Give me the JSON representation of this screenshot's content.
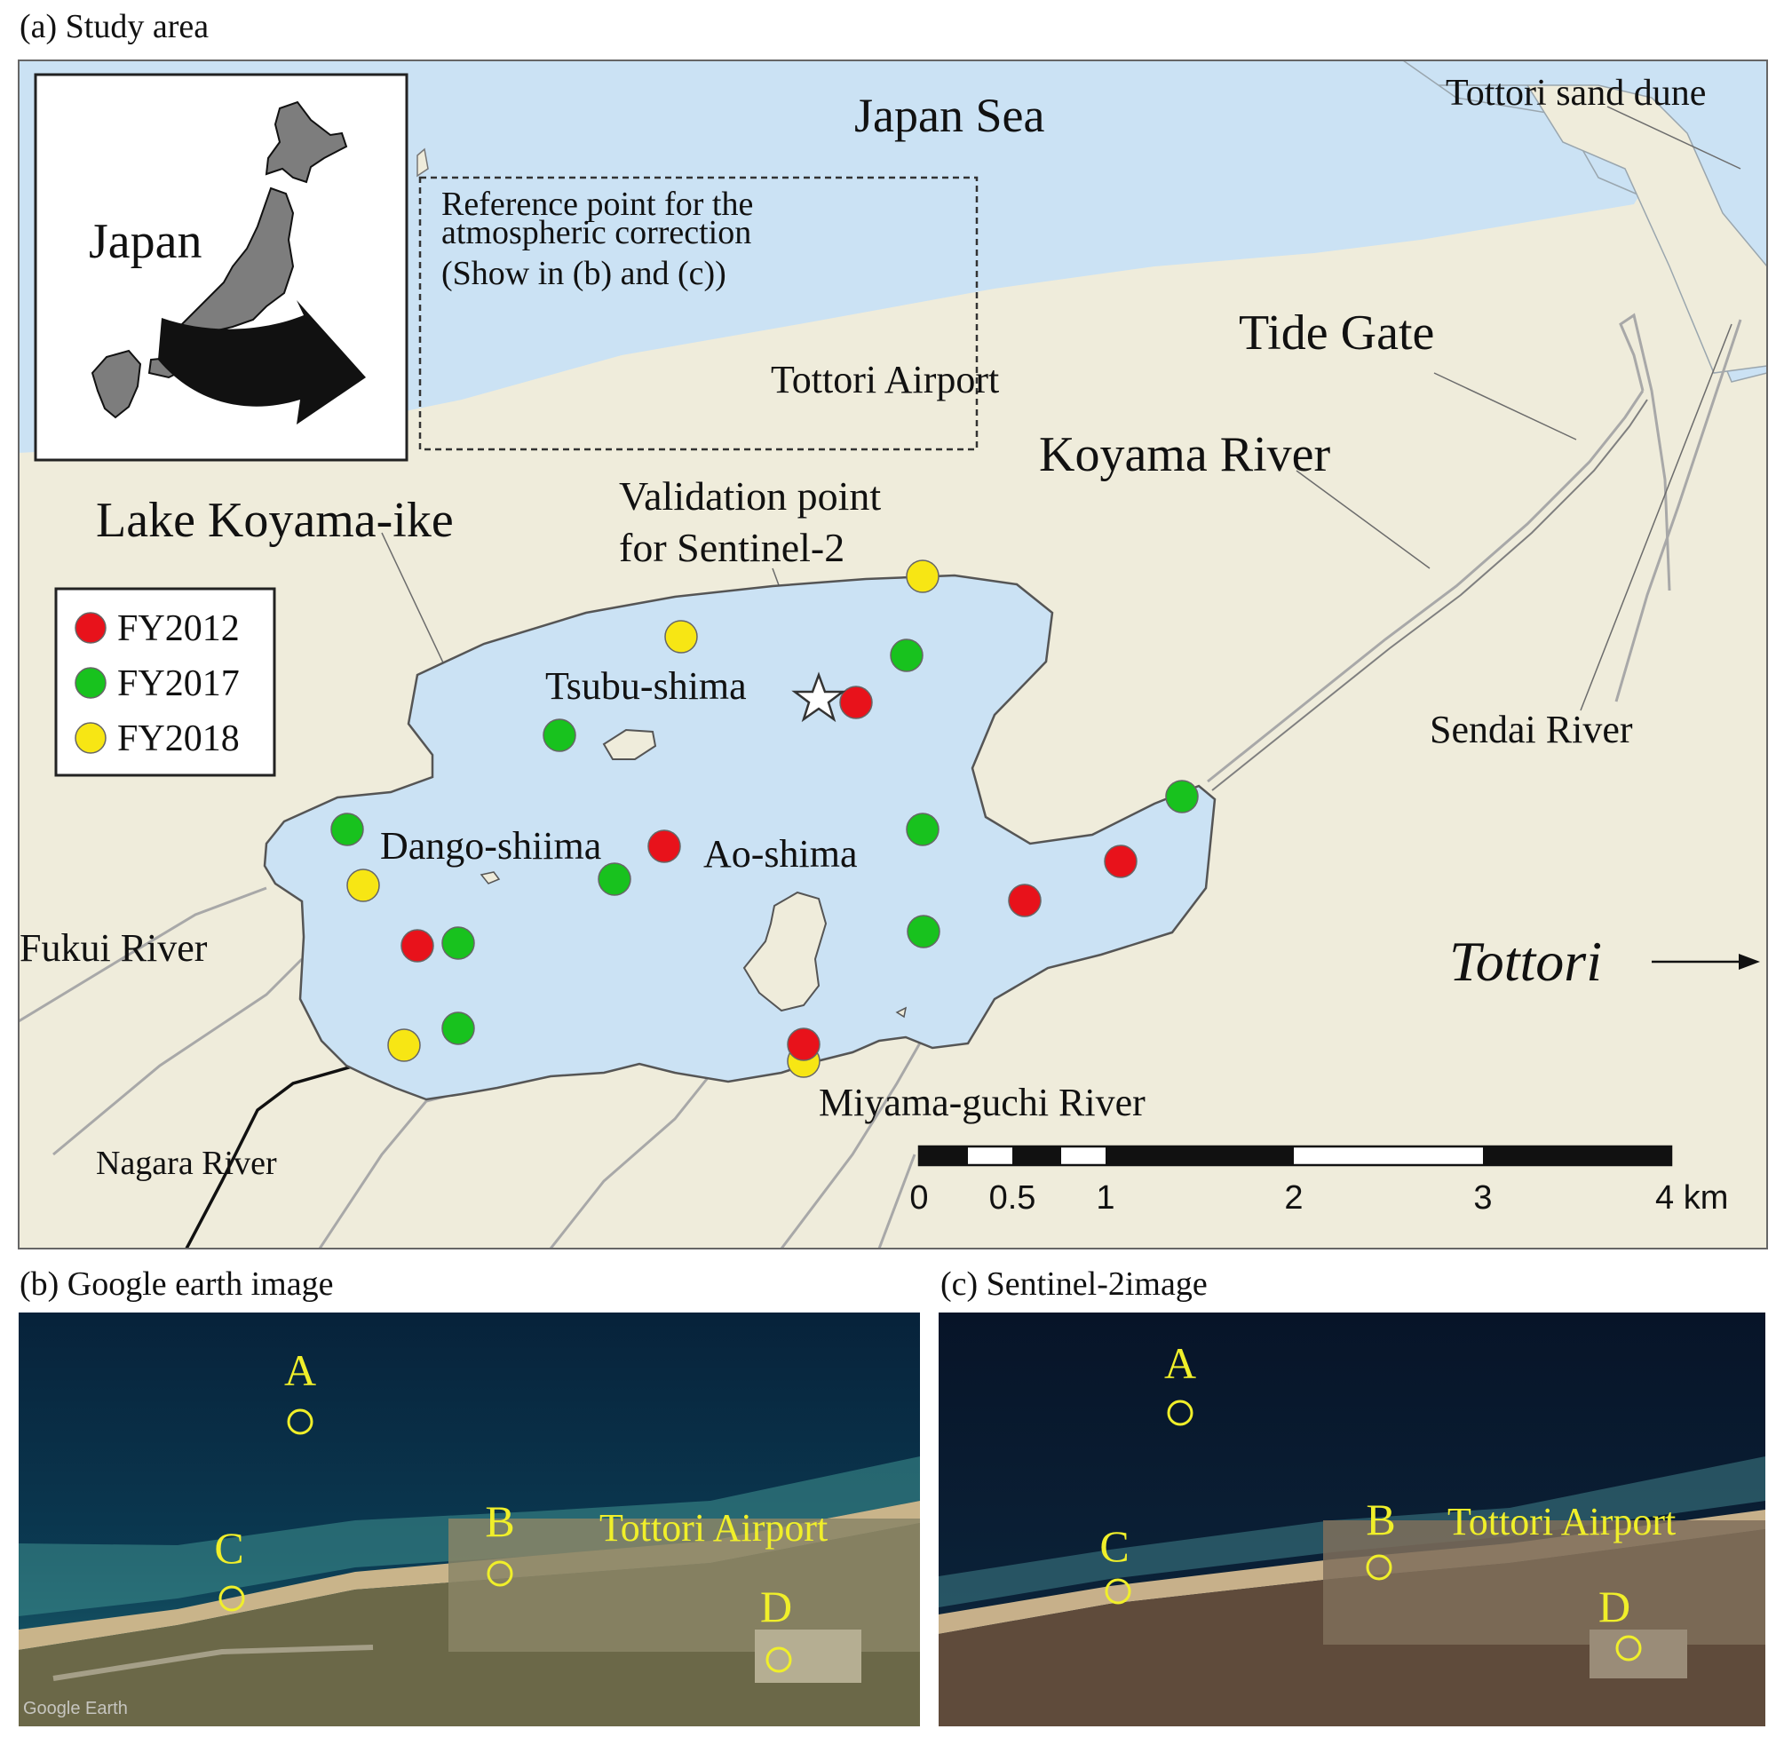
{
  "panel_a": {
    "caption": "(a) Study area",
    "inset_label": "Japan",
    "sea_label": "Japan Sea",
    "dune_label": "Tottori sand dune",
    "reference_lines": [
      "Reference point for the",
      "atmospheric correction",
      "(Show in (b) and (c))"
    ],
    "airport_label": "Tottori Airport",
    "tide_gate_label": "Tide Gate",
    "koyama_river_label": "Koyama River",
    "lake_label": "Lake Koyama-ike",
    "validation_lines": [
      "Validation point",
      "for Sentinel-2"
    ],
    "tsubu_label": "Tsubu-shima",
    "dango_label": "Dango-shiima",
    "ao_label": "Ao-shima",
    "sendai_label": "Sendai River",
    "fukui_label": "Fukui River",
    "tottori_label": "Tottori",
    "miyama_label": "Miyama-guchi River",
    "nagara_label": "Nagara River",
    "legend": [
      {
        "label": "FY2012",
        "color": "#e8121b"
      },
      {
        "label": "FY2017",
        "color": "#18c21e"
      },
      {
        "label": "FY2018",
        "color": "#f7e614"
      }
    ],
    "scale_ticks": [
      "0",
      "0.5",
      "1",
      "2",
      "3",
      "4 km"
    ],
    "colors": {
      "water": "#cbe2f4",
      "land": "#efecdb",
      "river": "#aaaaaa"
    }
  },
  "panel_b": {
    "caption": "(b) Google earth image",
    "airport_label": "Tottori Airport",
    "points": [
      "A",
      "B",
      "C",
      "D"
    ],
    "credit": "Google Earth"
  },
  "panel_c": {
    "caption": "(c) Sentinel-2image",
    "airport_label": "Tottori Airport",
    "points": [
      "A",
      "B",
      "C",
      "D"
    ]
  }
}
